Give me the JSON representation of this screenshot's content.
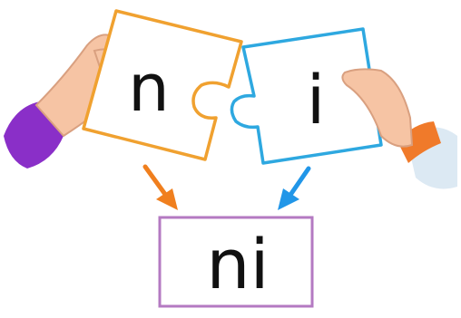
{
  "pieces": {
    "left_letter": "n",
    "right_letter": "i"
  },
  "result": {
    "word": "ni"
  },
  "colors": {
    "left_piece": "#f0a130",
    "right_piece": "#2ea8e0",
    "result_box": "#b47ac2",
    "left_arrow": "#f07f1e",
    "right_arrow": "#2196e8",
    "left_sleeve": "#8a2fc8",
    "right_sleeve_cuff": "#f07a2a",
    "right_sleeve": "#dce9f3",
    "skin": "#f6c4a4",
    "skin_outline": "#d9a080"
  },
  "icons": {
    "left_hand": "hand-icon",
    "right_hand": "hand-icon",
    "left_arrow": "arrow-down-right-icon",
    "right_arrow": "arrow-down-left-icon"
  }
}
